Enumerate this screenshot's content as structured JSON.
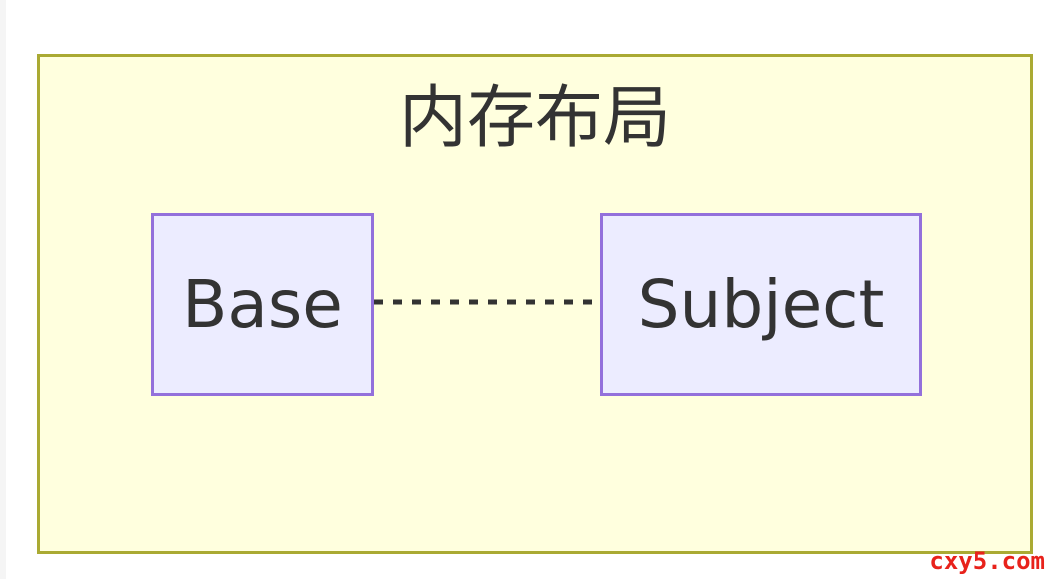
{
  "diagram": {
    "container": {
      "title": "内存布局"
    },
    "nodes": [
      {
        "id": "base",
        "label": "Base"
      },
      {
        "id": "subject",
        "label": "Subject"
      }
    ],
    "edges": [
      {
        "from": "Base",
        "to": "Subject",
        "style": "dotted"
      }
    ],
    "colors": {
      "container_fill": "#ffffde",
      "container_border": "#aaaa33",
      "node_fill": "#ececff",
      "node_border": "#9370db",
      "text": "#333333",
      "edge": "#333333"
    }
  },
  "watermark": "cxy5.com"
}
